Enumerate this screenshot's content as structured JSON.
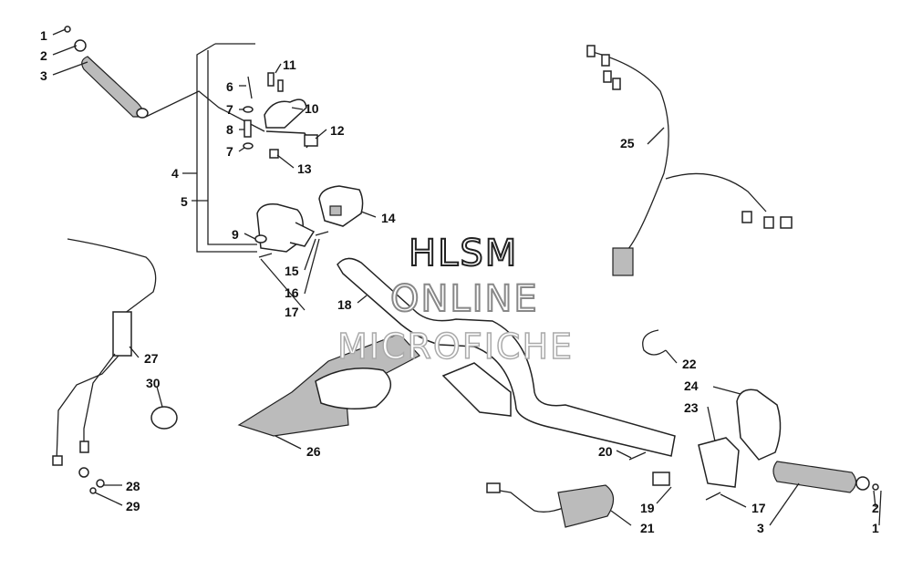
{
  "watermark": {
    "line1": "HLSM",
    "line2": "ONLINE",
    "line3": "MICROFICHE"
  },
  "callouts": [
    {
      "id": "c1a",
      "text": "1"
    },
    {
      "id": "c2a",
      "text": "2"
    },
    {
      "id": "c3a",
      "text": "3"
    },
    {
      "id": "c4",
      "text": "4"
    },
    {
      "id": "c5",
      "text": "5"
    },
    {
      "id": "c6",
      "text": "6"
    },
    {
      "id": "c7a",
      "text": "7"
    },
    {
      "id": "c8",
      "text": "8"
    },
    {
      "id": "c7b",
      "text": "7"
    },
    {
      "id": "c9",
      "text": "9"
    },
    {
      "id": "c10",
      "text": "10"
    },
    {
      "id": "c11",
      "text": "11"
    },
    {
      "id": "c12",
      "text": "12"
    },
    {
      "id": "c13",
      "text": "13"
    },
    {
      "id": "c14",
      "text": "14"
    },
    {
      "id": "c15",
      "text": "15"
    },
    {
      "id": "c16",
      "text": "16"
    },
    {
      "id": "c17a",
      "text": "17"
    },
    {
      "id": "c18",
      "text": "18"
    },
    {
      "id": "c19",
      "text": "19"
    },
    {
      "id": "c20",
      "text": "20"
    },
    {
      "id": "c21",
      "text": "21"
    },
    {
      "id": "c22",
      "text": "22"
    },
    {
      "id": "c23",
      "text": "23"
    },
    {
      "id": "c24",
      "text": "24"
    },
    {
      "id": "c25",
      "text": "25"
    },
    {
      "id": "c26",
      "text": "26"
    },
    {
      "id": "c27",
      "text": "27"
    },
    {
      "id": "c28",
      "text": "28"
    },
    {
      "id": "c29",
      "text": "29"
    },
    {
      "id": "c30",
      "text": "30"
    },
    {
      "id": "c17b",
      "text": "17"
    },
    {
      "id": "c3b",
      "text": "3"
    },
    {
      "id": "c2b",
      "text": "2"
    },
    {
      "id": "c1b",
      "text": "1"
    }
  ]
}
